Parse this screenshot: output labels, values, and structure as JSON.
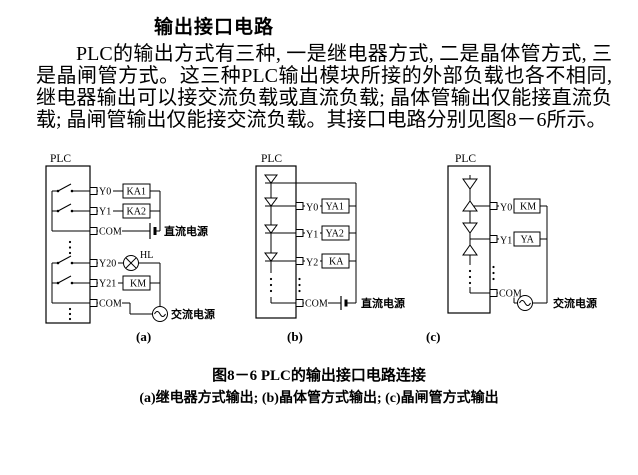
{
  "colors": {
    "ink": "#000000",
    "paper": "#ffffff"
  },
  "doc": {
    "title": "输出接口电路",
    "body": "PLC的输出方式有三种, 一是继电器方式, 二是晶体管方式, 三是晶闸管方式。这三种PLC输出模块所接的外部负载也各不相同, 继电器输出可以接交流负载或直流负载; 晶体管输出仅能接直流负载; 晶闸管输出仅能接交流负载。其接口电路分别见图8－6所示。"
  },
  "figure": {
    "caption_title": "图8－6  PLC的输出接口电路连接",
    "caption_sub": "(a)继电器方式输出;  (b)晶体管方式输出;  (c)晶闸管方式输出"
  },
  "diagram_a": {
    "plc": "PLC",
    "terminals": [
      "Y0",
      "Y1",
      "COM",
      "Y20",
      "Y21",
      "COM"
    ],
    "loads": [
      "KA1",
      "KA2"
    ],
    "lamp": "HL",
    "contactor": "KM",
    "dc_label": "直流电源",
    "ac_label": "交流电源",
    "label": "(a)"
  },
  "diagram_b": {
    "plc": "PLC",
    "terminals": [
      "Y0",
      "Y1",
      "Y2",
      "COM"
    ],
    "loads": [
      "YA1",
      "YA2",
      "KA"
    ],
    "dc_label": "直流电源",
    "label": "(b)"
  },
  "diagram_c": {
    "plc": "PLC",
    "terminals": [
      "Y0",
      "Y1",
      "COM"
    ],
    "loads": [
      "KM",
      "YA"
    ],
    "ac_label": "交流电源",
    "label": "(c)"
  }
}
